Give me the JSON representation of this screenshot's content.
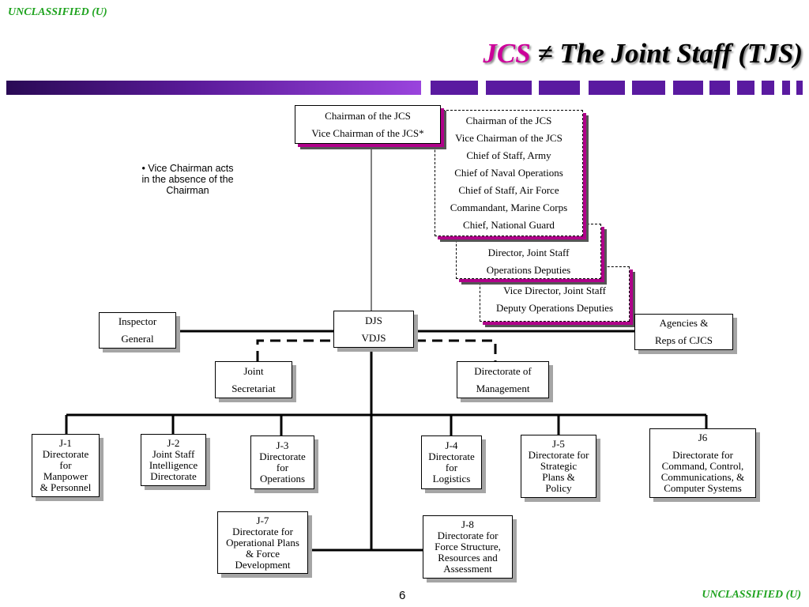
{
  "header": {
    "classification": "UNCLASSIFIED (U)",
    "title_jcs": "JCS",
    "title_neq": "≠",
    "title_rest": "The Joint Staff (TJS)"
  },
  "footer": {
    "classification": "UNCLASSIFIED (U)",
    "page_number": "6"
  },
  "note": {
    "text_lines": [
      "• Vice Chairman acts",
      "in the absence of the",
      "Chairman"
    ]
  },
  "boxes": {
    "chairman": [
      "Chairman of the JCS",
      "Vice Chairman of the JCS*"
    ],
    "jcs_members": [
      "Chairman of the JCS",
      "Vice Chairman of the JCS",
      "Chief of Staff, Army",
      "Chief of Naval Operations",
      "Chief of Staff, Air Force",
      "Commandant, Marine Corps",
      "Chief, National Guard"
    ],
    "director_tjs": [
      "Director, Joint Staff",
      "Operations Deputies"
    ],
    "vice_director": [
      "Vice Director, Joint Staff",
      "Deputy Operations Deputies"
    ],
    "inspector": [
      "Inspector",
      "General"
    ],
    "djs": [
      "DJS",
      "VDJS"
    ],
    "agencies": [
      "Agencies &",
      "Reps of CJCS"
    ],
    "joint_sec": [
      "Joint",
      "Secretariat"
    ],
    "dom": [
      "Directorate of",
      "Management"
    ],
    "j1": [
      "J-1",
      "Directorate",
      "for",
      "Manpower",
      "& Personnel"
    ],
    "j2": [
      "J-2",
      "Joint Staff",
      "Intelligence",
      "Directorate"
    ],
    "j3": [
      "J-3",
      "Directorate",
      "for",
      "Operations"
    ],
    "j4": [
      "J-4",
      "Directorate",
      "for",
      "Logistics"
    ],
    "j5": [
      "J-5",
      "Directorate for",
      "Strategic",
      "Plans &",
      "Policy"
    ],
    "j6": [
      "J6",
      "",
      "Directorate for",
      "Command, Control,",
      "Communications, &",
      "Computer Systems"
    ],
    "j7": [
      "J-7",
      "Directorate for",
      "Operational Plans",
      "& Force",
      "Development"
    ],
    "j8": [
      "J-8",
      "Directorate for",
      "Force Structure,",
      "Resources and",
      "Assessment"
    ]
  }
}
